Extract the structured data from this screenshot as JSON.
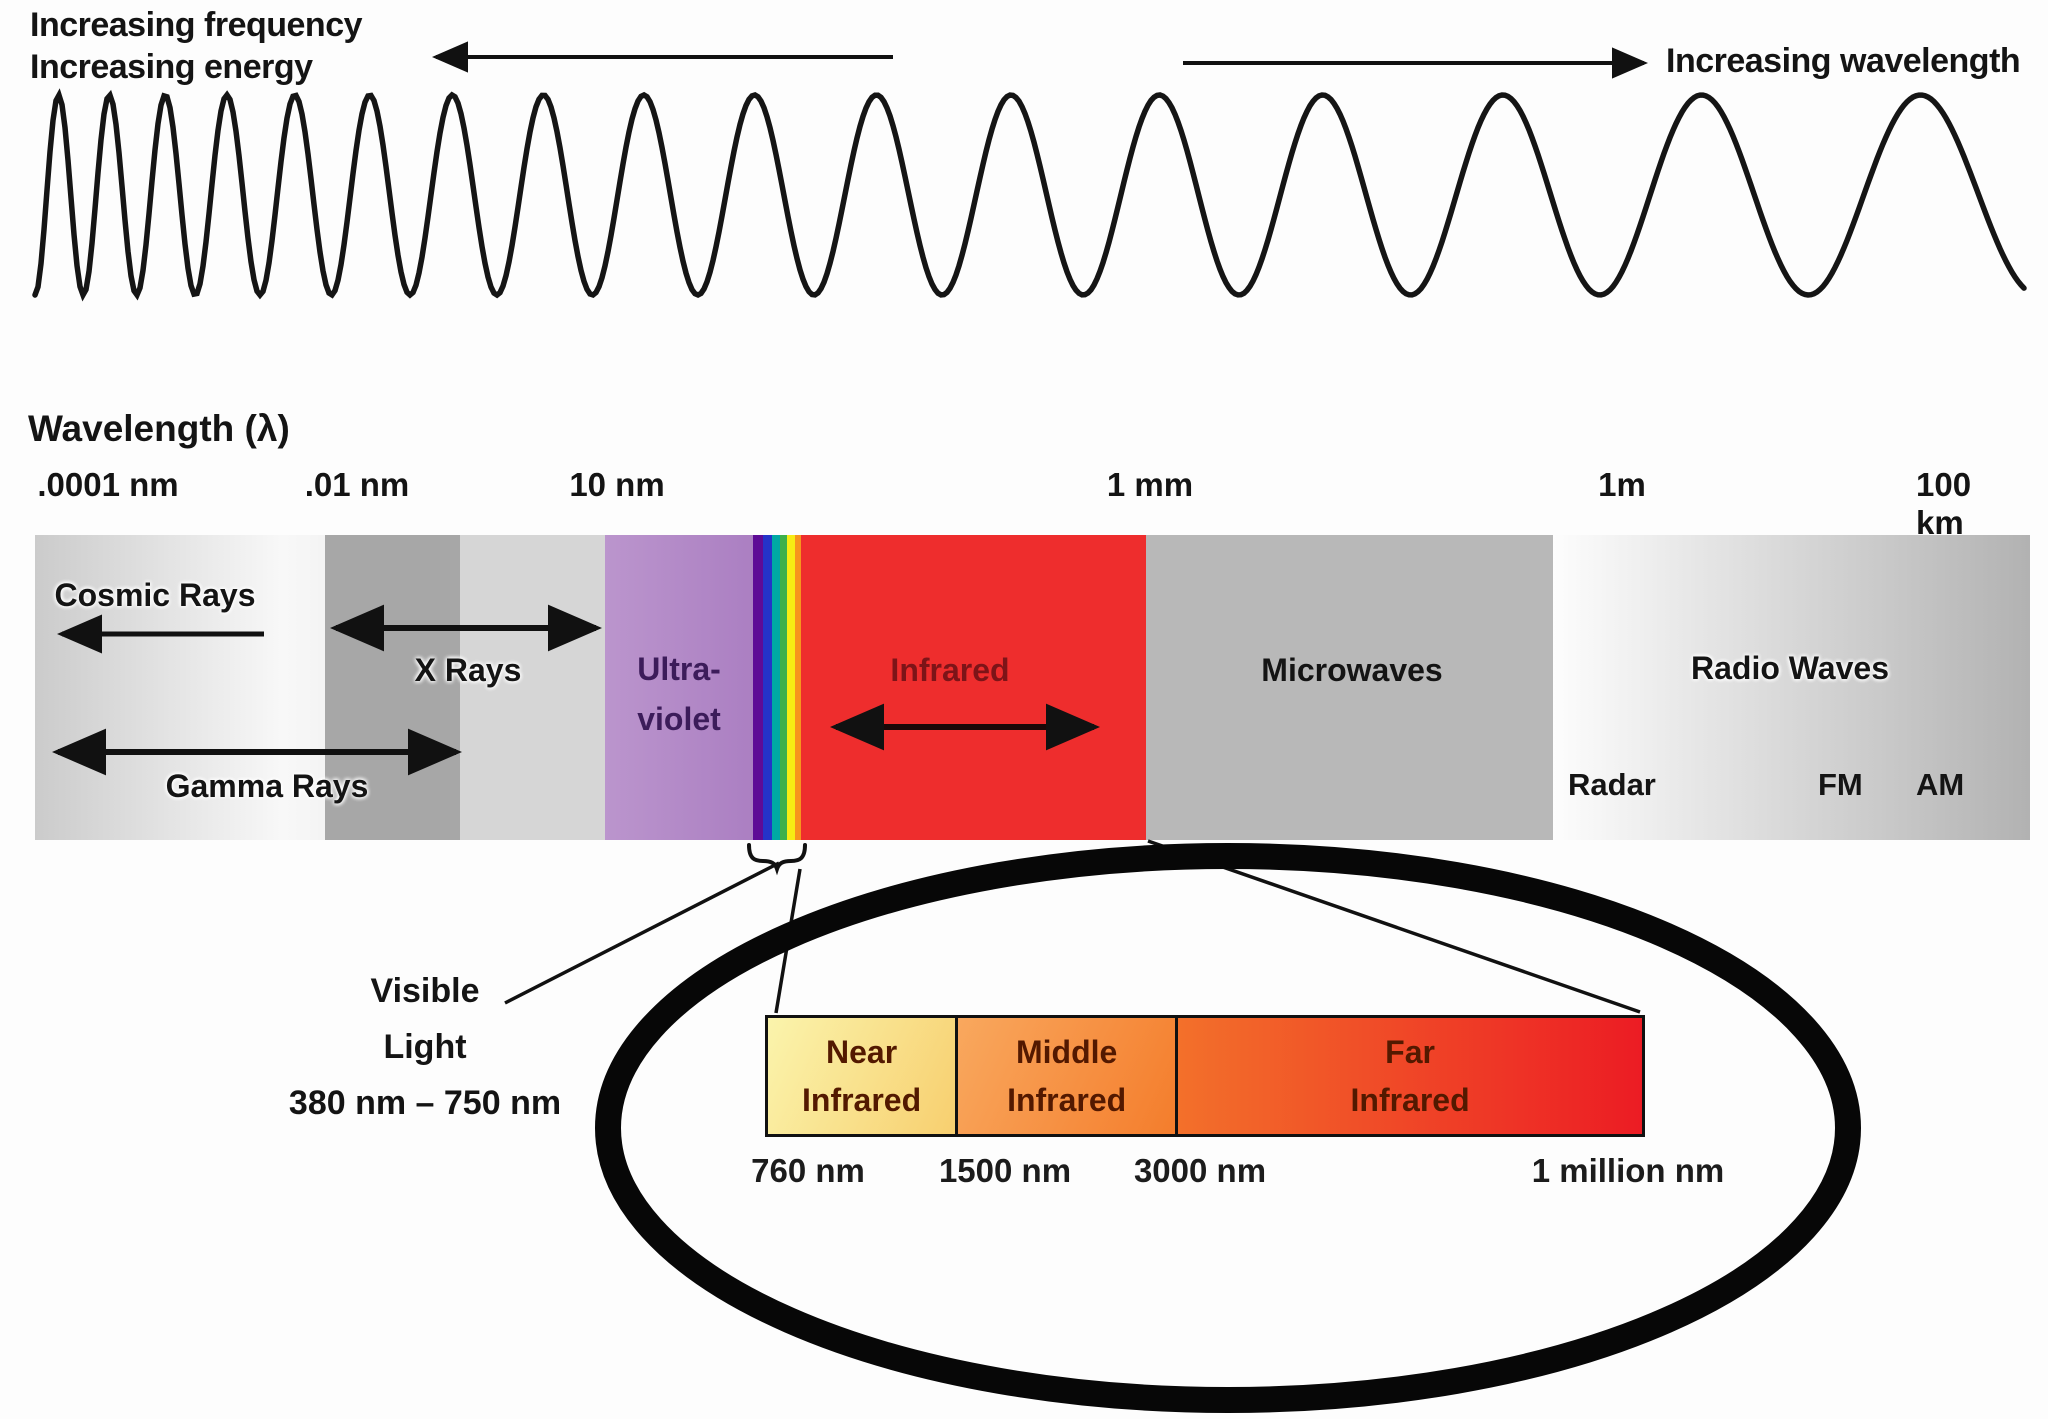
{
  "title_labels": {
    "increasing_frequency": "Increasing frequency",
    "increasing_energy": "Increasing energy",
    "increasing_wavelength": "Increasing wavelength"
  },
  "wavelength_axis": {
    "title": "Wavelength (λ)",
    "ticks": [
      ".0001 nm",
      ".01 nm",
      "10 nm",
      "1 mm",
      "1m",
      "100 km"
    ]
  },
  "spectrum_bar": {
    "cosmic_rays": "Cosmic Rays",
    "gamma_rays": "Gamma Rays",
    "x_rays": "X Rays",
    "ultraviolet_line1": "Ultra-",
    "ultraviolet_line2": "violet",
    "infrared": "Infrared",
    "microwaves": "Microwaves",
    "radio_waves": "Radio Waves",
    "radar": "Radar",
    "fm": "FM",
    "am": "AM"
  },
  "visible_light": {
    "line1": "Visible",
    "line2": "Light",
    "range": "380 nm – 750 nm"
  },
  "infrared_detail": {
    "near_line1": "Near",
    "near_line2": "Infrared",
    "middle_line1": "Middle",
    "middle_line2": "Infrared",
    "far_line1": "Far",
    "far_line2": "Infrared",
    "ticks": [
      "760 nm",
      "1500 nm",
      "3000 nm",
      "1 million nm"
    ]
  },
  "colors": {
    "ultraviolet_band": "#b38ac7",
    "ultraviolet_text": "#3c1c5a",
    "infrared_band": "#ee2d2d",
    "infrared_text": "#7d1418",
    "xray_band": "#a7a7a7",
    "microwave_band": "#b8b8b8",
    "near_infrared": "#f9e08a",
    "middle_infrared": "#f68f40",
    "far_infrared_left": "#f3702a",
    "far_infrared_right": "#ec1c24",
    "rainbow": [
      "#5e0b96",
      "#2433c9",
      "#00a8a4",
      "#3db04b",
      "#f7ec13",
      "#f7941d"
    ],
    "line_color": "#111111"
  }
}
